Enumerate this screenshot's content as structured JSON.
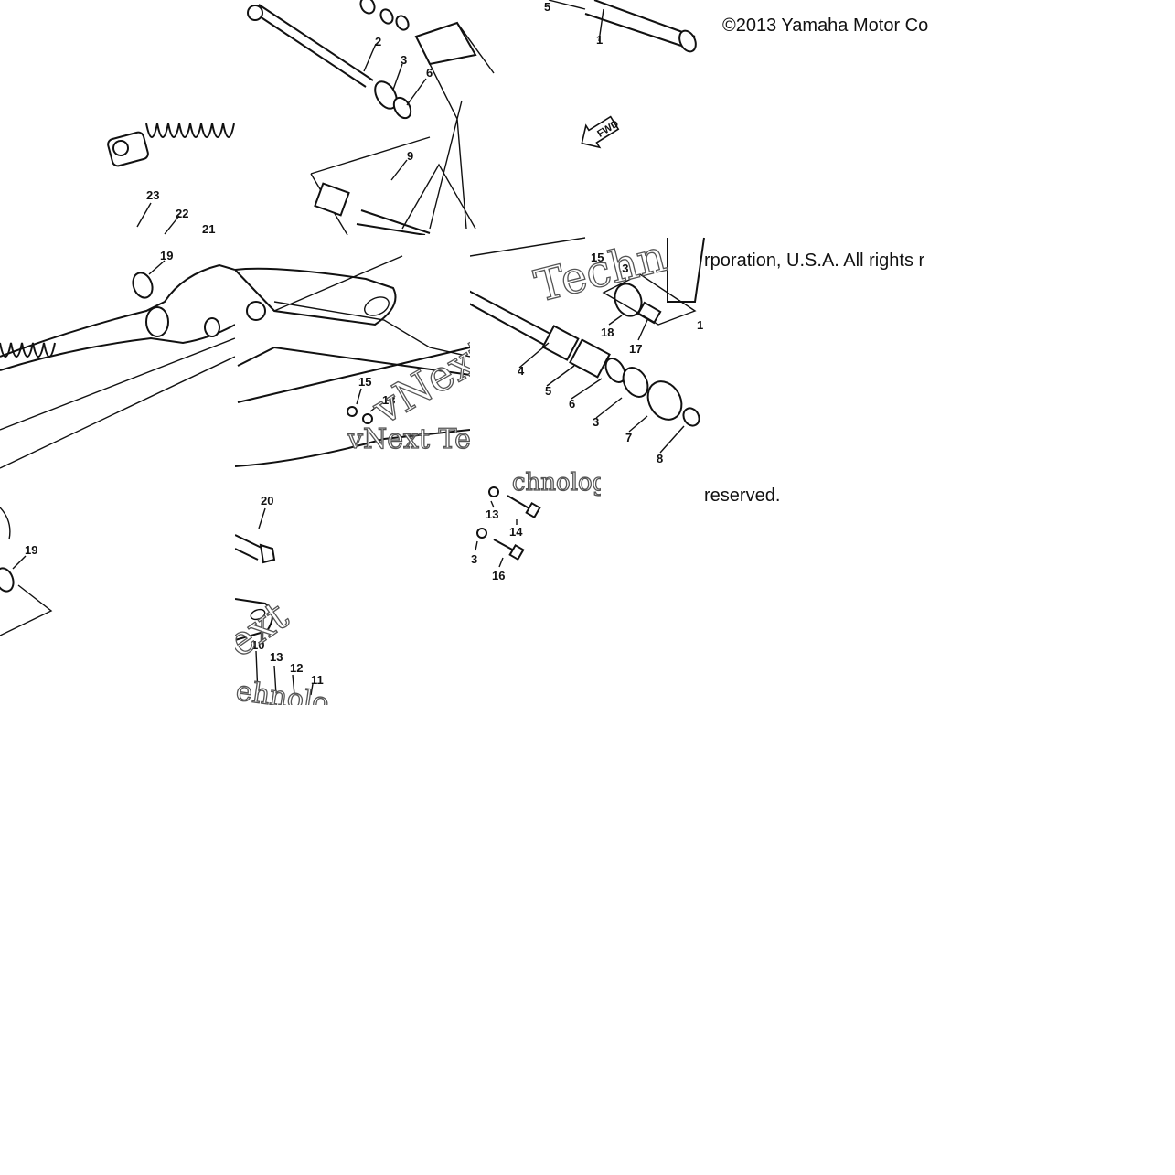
{
  "copyright": {
    "line1": "©2013 Yamaha Motor Co",
    "line2": "rporation, U.S.A. All rights r",
    "line3": "reserved."
  },
  "direction_label": "FWD",
  "watermarks": [
    "Techn",
    "vNext",
    "vNext Te",
    "chnolog",
    "ext",
    "ehnolo"
  ],
  "callouts": {
    "t1": [
      "5",
      "1",
      "2",
      "3",
      "6",
      "9"
    ],
    "t2": [
      "23",
      "22",
      "21",
      "19"
    ],
    "t3": [
      "15",
      "13"
    ],
    "t4": [
      "15",
      "13",
      "18",
      "17",
      "4",
      "5",
      "6",
      "3",
      "7",
      "8",
      "1"
    ],
    "t5": [
      "20",
      "13",
      "14",
      "3",
      "16"
    ],
    "t6": [
      "19"
    ],
    "t7": [
      "10",
      "13",
      "12",
      "11"
    ]
  },
  "colors": {
    "ink": "#111111",
    "paper": "#ffffff",
    "watermark_outline": "#555555"
  }
}
